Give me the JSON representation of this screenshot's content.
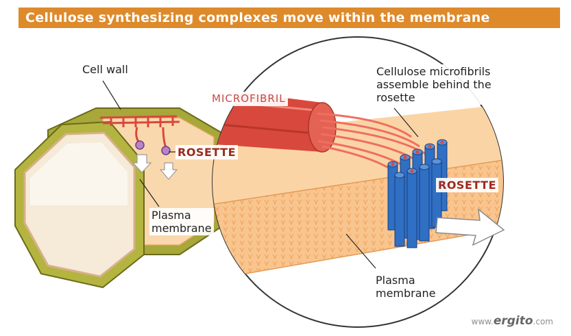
{
  "title": "Cellulose synthesizing complexes move within the membrane",
  "labels": {
    "cell_wall": "Cell wall",
    "rosette_left": "ROSETTE",
    "plasma_left": "Plasma\nmembrane",
    "microfibril": "MICROFIBRIL",
    "microfibrils_assemble": "Cellulose microfibrils\nassemble behind the\nrosette",
    "rosette_right": "ROSETTE",
    "plasma_right": "Plasma\nmembrane"
  },
  "brand": {
    "prefix": "www.",
    "name": "ergito",
    "suffix": ".com"
  },
  "colors": {
    "header": "#de8a2a",
    "wall": "#a8a838",
    "membrane": "#f8c891",
    "microfibril": "#d9483c",
    "rosette": "#2f6fc4",
    "rosette_label": "#9b2a1e"
  }
}
